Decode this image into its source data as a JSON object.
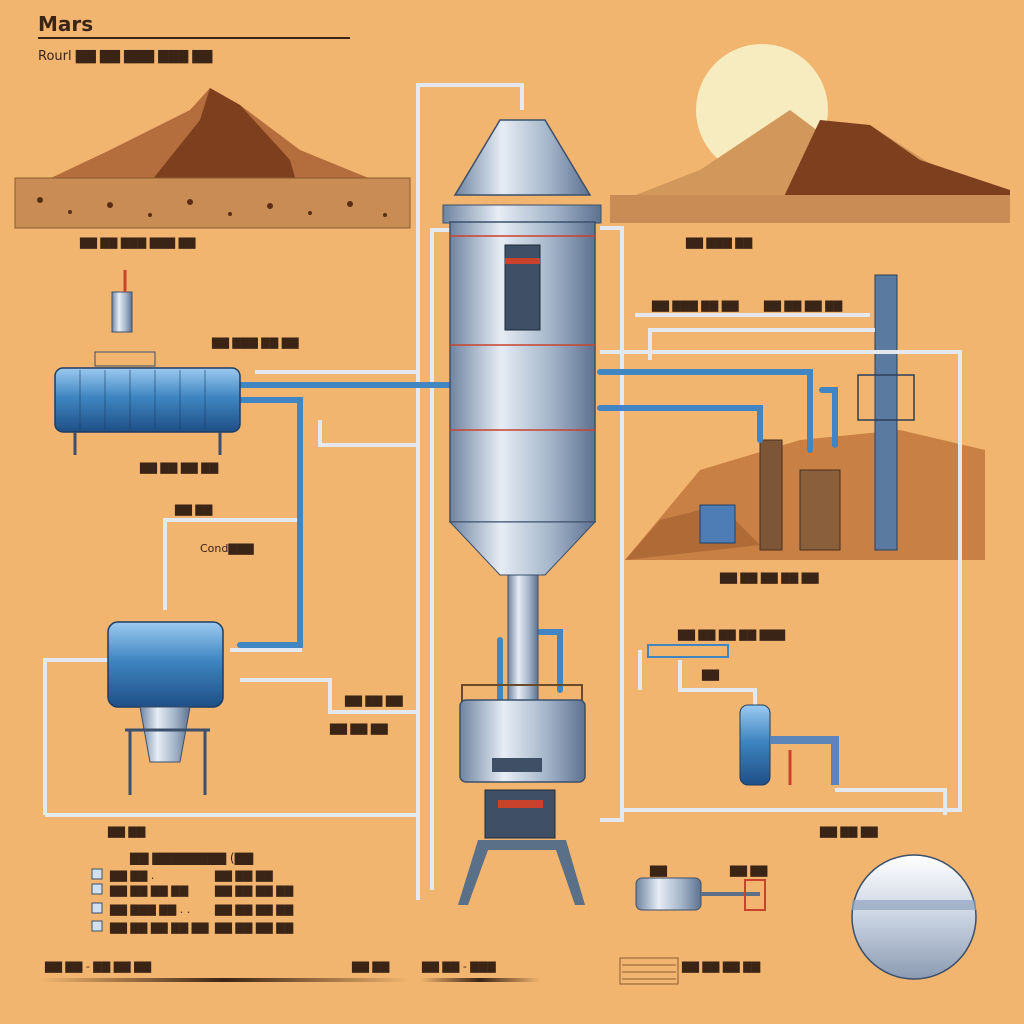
{
  "colors": {
    "background": "#f2b56f",
    "sky": "#f4c07e",
    "mountain_dark": "#8a4a26",
    "mountain_light": "#c07a45",
    "ground": "#c88a52",
    "pipe_outline": "#dde6ee",
    "pipe_blue": "#3f86c2",
    "steel": "#a9b9cc",
    "steel_dark": "#5a6f88",
    "tank_blue": "#2f79c0",
    "accent_red": "#c9432c",
    "sun": "#f7ecc0",
    "text_dark": "#3a2416"
  },
  "title": {
    "heading": "Mars",
    "subtitle": "Rourl ▇▇ ▇▇ ▇▇▇ ▇▇▇ ▇▇"
  },
  "labels": {
    "left_landscape": "▇▇ ▇▇ ▇▇▇ ▇▇▇ ▇▇",
    "right_landscape": "▇▇ ▇▇▇ ▇▇",
    "upper_right_1": "▇▇ ▇▇▇ ▇▇ ▇▇",
    "upper_right_2": "▇▇ ▇▇ ▇▇ ▇▇",
    "mid_left_top": "▇▇ ▇▇▇ ▇▇ ▇▇",
    "left_tank": "▇▇ ▇▇ ▇▇ ▇▇",
    "small_label_left": "▇▇ ▇▇",
    "condenser": "Cond▇▇▇",
    "factory": "▇▇ ▇▇ ▇▇ ▇▇ ▇▇",
    "mid_right": "▇▇ ▇▇ ▇▇ ▇▇ ▇▇▇",
    "small_right": "▇▇",
    "lower_mid_1": "▇▇ ▇▇ ▇▇",
    "lower_mid_2": "▇▇ ▇▇ ▇▇",
    "bottom_left": "▇▇ ▇▇",
    "bottom_right": "▇▇ ▇▇ ▇▇",
    "pump_label": "▇▇",
    "pump_label_right": "▇▇ ▇▇",
    "footer_left": "▇▇ ▇▇ - ▇▇ ▇▇ ▇▇",
    "footer_mid_1": "▇▇ ▇▇",
    "footer_mid_2": "▇▇ ▇▇ - ▇▇▇",
    "footer_right": "▇▇ ▇▇ ▇▇ ▇▇"
  },
  "legend": {
    "heading": "▇▇ ▇▇▇▇▇▇▇▇ (▇▇",
    "rows": [
      [
        "▇▇ ▇▇ .",
        "▇▇ ▇▇ ▇▇"
      ],
      [
        "▇▇ ▇▇ ▇▇ ▇▇",
        "▇▇ ▇▇ ▇▇ ▇▇"
      ],
      [
        "▇▇ ▇▇▇ ▇▇ . .",
        "▇▇ ▇▇ ▇▇ ▇▇"
      ],
      [
        "▇▇ ▇▇ ▇▇ ▇▇ ▇▇",
        "▇▇ ▇▇ ▇▇ ▇▇"
      ]
    ]
  }
}
